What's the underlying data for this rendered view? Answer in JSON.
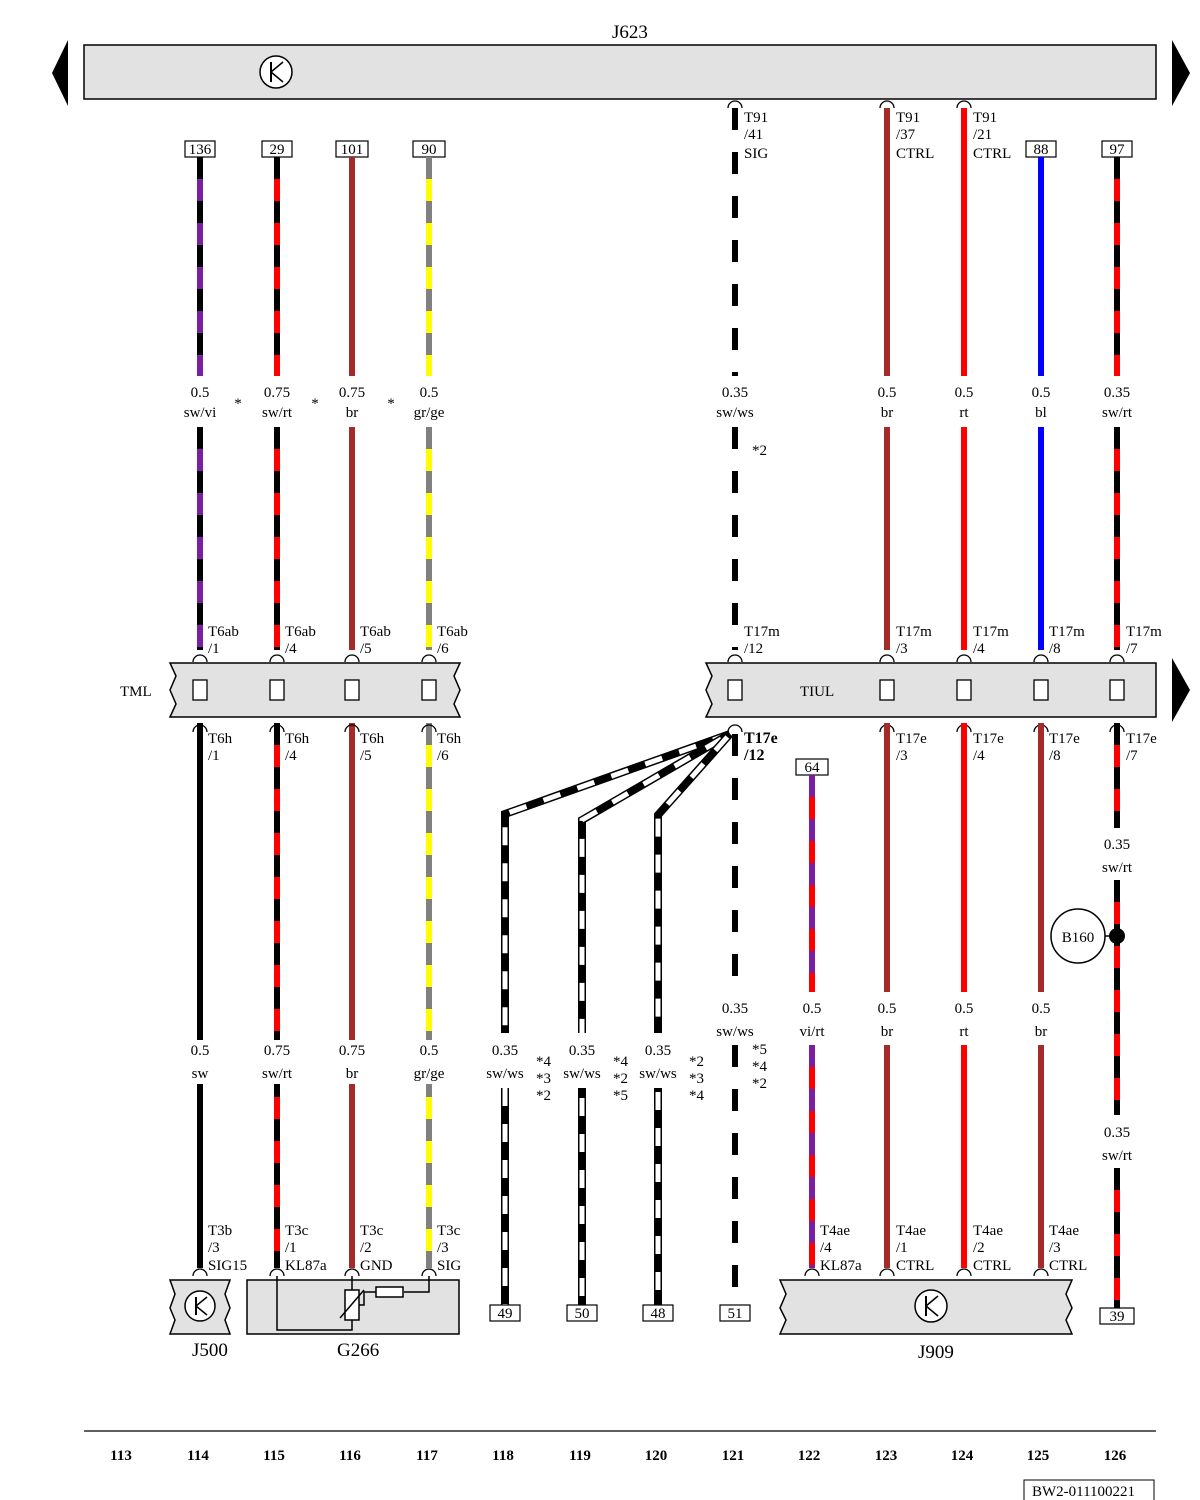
{
  "top_unit": "J623",
  "connectors": {
    "tml": "TML",
    "tiul": "TIUL"
  },
  "splice": "B160",
  "components": {
    "j500": "J500",
    "g266": "G266",
    "j909": "J909"
  },
  "footer_code": "BW2-011100221",
  "columns": [
    "113",
    "114",
    "115",
    "116",
    "117",
    "118",
    "119",
    "120",
    "121",
    "122",
    "123",
    "124",
    "125",
    "126"
  ],
  "wires": [
    {
      "top_box": "136",
      "upper_size": "0.5",
      "upper_color": "sw/vi",
      "mid_pin": "T6ab",
      "mid_pin_no": "/1",
      "low_pin": "T6h",
      "low_pin_no": "/1",
      "lower_size": "0.5",
      "lower_color": "sw",
      "bottom_pin": "T3b",
      "bottom_pin_no": "/3",
      "bottom_sig": "SIG15"
    },
    {
      "top_box": "29",
      "upper_size": "0.75",
      "upper_color": "sw/rt",
      "mid_pin": "T6ab",
      "mid_pin_no": "/4",
      "low_pin": "T6h",
      "low_pin_no": "/4",
      "lower_size": "0.75",
      "lower_color": "sw/rt",
      "bottom_pin": "T3c",
      "bottom_pin_no": "/1",
      "bottom_sig": "KL87a"
    },
    {
      "top_box": "101",
      "upper_size": "0.75",
      "upper_color": "br",
      "mid_pin": "T6ab",
      "mid_pin_no": "/5",
      "low_pin": "T6h",
      "low_pin_no": "/5",
      "lower_size": "0.75",
      "lower_color": "br",
      "bottom_pin": "T3c",
      "bottom_pin_no": "/2",
      "bottom_sig": "GND"
    },
    {
      "top_box": "90",
      "upper_size": "0.5",
      "upper_color": "gr/ge",
      "mid_pin": "T6ab",
      "mid_pin_no": "/6",
      "low_pin": "T6h",
      "low_pin_no": "/6",
      "lower_size": "0.5",
      "lower_color": "gr/ge",
      "bottom_pin": "T3c",
      "bottom_pin_no": "/3",
      "bottom_sig": "SIG"
    }
  ],
  "stars": [
    "*",
    "*",
    "*"
  ],
  "branch": {
    "source_pin": "T17e",
    "source_pin_no": "/12",
    "legs": [
      {
        "size": "0.35",
        "color": "sw/ws",
        "notes": [
          "*4",
          "*3",
          "*2"
        ],
        "box": "49"
      },
      {
        "size": "0.35",
        "color": "sw/ws",
        "notes": [
          "*4",
          "*2",
          "*5"
        ],
        "box": "50"
      },
      {
        "size": "0.35",
        "color": "sw/ws",
        "notes": [
          "*2",
          "*3",
          "*4"
        ],
        "box": "48"
      },
      {
        "size": "0.35",
        "color": "sw/ws",
        "notes": [
          "*5",
          "*4",
          "*2"
        ],
        "box": "51"
      }
    ]
  },
  "right": {
    "w121": {
      "t91": "T91",
      "pin": "/41",
      "sig": "SIG",
      "size": "0.35",
      "color": "sw/ws",
      "note": "*2",
      "mid_pin": "T17m",
      "mid_no": "/12"
    },
    "w123": {
      "t91": "T91",
      "pin": "/37",
      "sig": "CTRL",
      "size": "0.5",
      "color": "br",
      "mid_pin": "T17m",
      "mid_no": "/3",
      "low_pin": "T17e",
      "low_no": "/3",
      "lsize": "0.5",
      "lcolor": "br",
      "bpin": "T4ae",
      "bno": "/1",
      "bsig": "CTRL"
    },
    "w124": {
      "t91": "T91",
      "pin": "/21",
      "sig": "CTRL",
      "size": "0.5",
      "color": "rt",
      "mid_pin": "T17m",
      "mid_no": "/4",
      "low_pin": "T17e",
      "low_no": "/4",
      "lsize": "0.5",
      "lcolor": "rt",
      "bpin": "T4ae",
      "bno": "/2",
      "bsig": "CTRL"
    },
    "w125": {
      "box": "88",
      "size": "0.5",
      "color": "bl",
      "mid_pin": "T17m",
      "mid_no": "/8",
      "low_pin": "T17e",
      "low_no": "/8",
      "lsize": "0.5",
      "lcolor": "br",
      "bpin": "T4ae",
      "bno": "/3",
      "bsig": "CTRL"
    },
    "w126": {
      "box": "97",
      "size": "0.35",
      "color": "sw/rt",
      "mid_pin": "T17m",
      "mid_no": "/7",
      "low_pin": "T17e",
      "low_no": "/7",
      "s1": "0.35",
      "c1": "sw/rt",
      "s2": "0.35",
      "c2": "sw/rt",
      "bottom_box": "39"
    },
    "w122": {
      "box": "64",
      "size": "0.5",
      "color": "vi/rt",
      "bpin": "T4ae",
      "bno": "/4",
      "bsig": "KL87a"
    }
  },
  "wire_colors": {
    "sw": "#000000",
    "vi": "#7b1fa2",
    "rt": "#ff0000",
    "br": "#a52a2a",
    "gr": "#808080",
    "ge": "#ffff00",
    "bl": "#0000ff",
    "ws": "#ffffff"
  }
}
